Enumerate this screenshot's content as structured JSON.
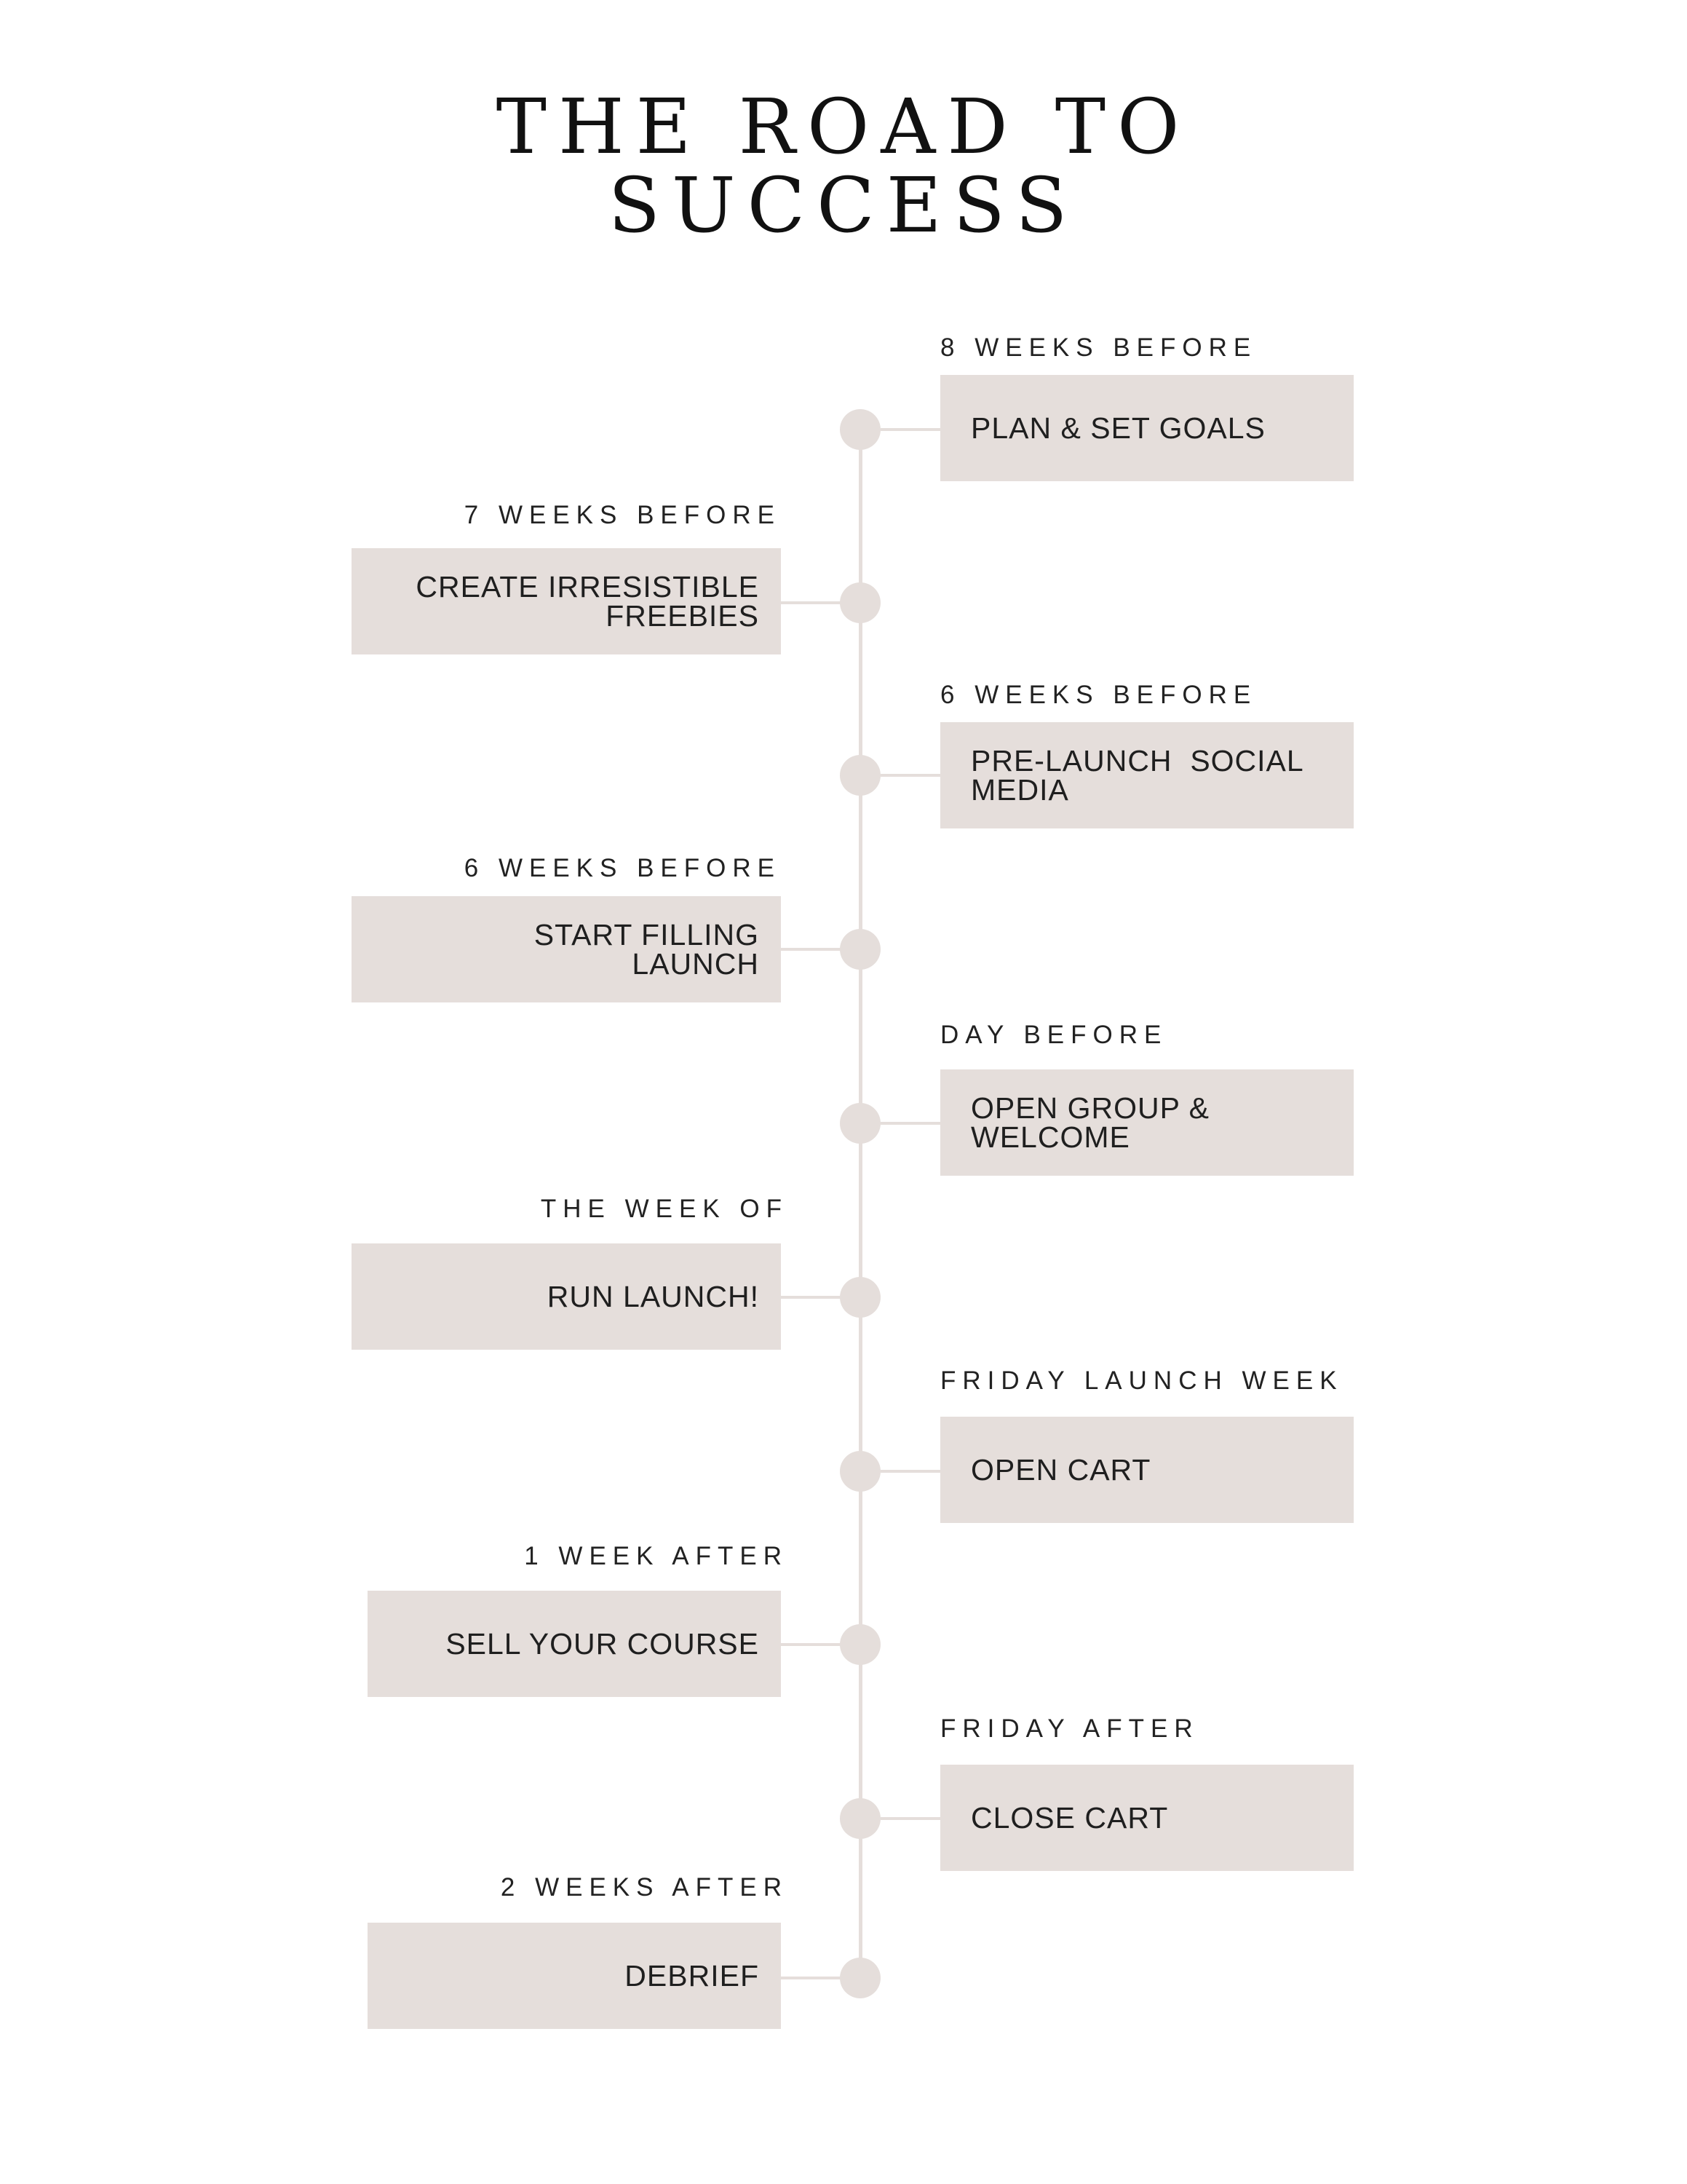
{
  "title": {
    "line1": "THE ROAD TO",
    "line2": "SUCCESS"
  },
  "steps": [
    {
      "when": "8 WEEKS BEFORE",
      "task": "PLAN & SET GOALS"
    },
    {
      "when": "7 WEEKS BEFORE",
      "task": "CREATE IRRESISTIBLE\nFREEBIES"
    },
    {
      "when": "6 WEEKS BEFORE",
      "task": "PRE-LAUNCH  SOCIAL\nMEDIA"
    },
    {
      "when": "6 WEEKS BEFORE",
      "task": "START FILLING\nLAUNCH"
    },
    {
      "when": "DAY BEFORE",
      "task": "OPEN GROUP &\nWELCOME"
    },
    {
      "when": "THE WEEK OF",
      "task": "RUN LAUNCH!"
    },
    {
      "when": "FRIDAY LAUNCH WEEK",
      "task": "OPEN CART"
    },
    {
      "when": "1 WEEK AFTER",
      "task": "SELL YOUR COURSE"
    },
    {
      "when": "FRIDAY AFTER",
      "task": "CLOSE CART"
    },
    {
      "when": "2 WEEKS AFTER",
      "task": "DEBRIEF"
    }
  ]
}
